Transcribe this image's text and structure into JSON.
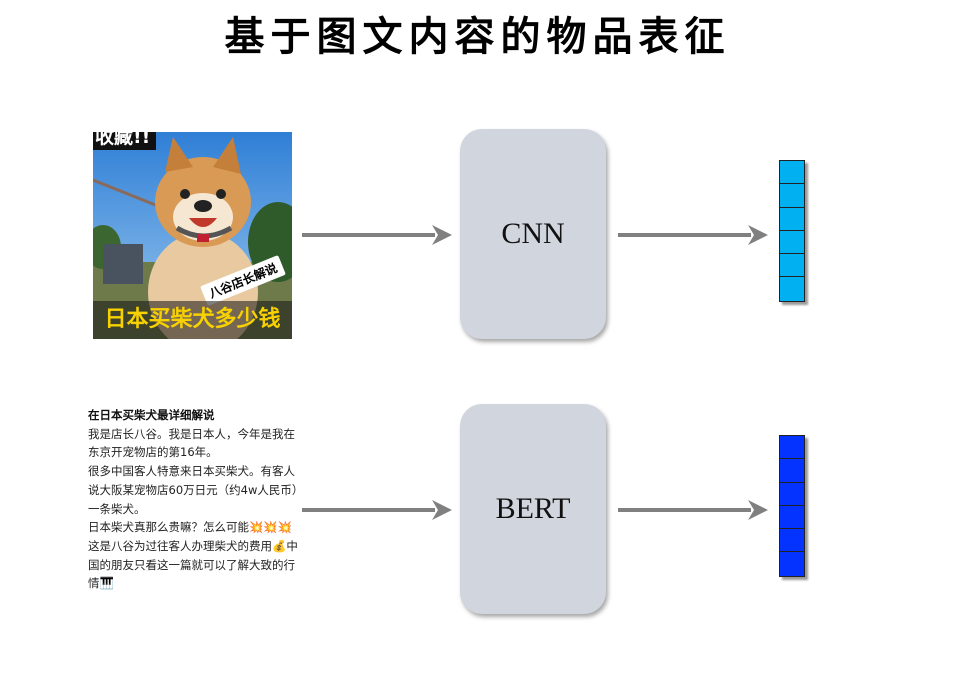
{
  "title": "基于图文内容的物品表征",
  "image_item": {
    "top_tag": "收藏!!",
    "sticker": "八谷店长解说",
    "caption": "日本买柴犬多少钱"
  },
  "text_item": {
    "title": "在日本买柴犬最详细解说",
    "lines": [
      "我是店长八谷。我是日本人，今年是我在东京开宠物店的第16年。",
      "很多中国客人特意来日本买柴犬。有客人说大阪某宠物店60万日元（约4w人民币）一条柴犬。",
      "日本柴犬真那么贵嘛？怎么可能💥💥💥",
      "这是八谷为过往客人办理柴犬的费用💰中国的朋友只看这一篇就可以了解大致的行情🎹"
    ]
  },
  "models": {
    "image_model": "CNN",
    "text_model": "BERT"
  },
  "vectors": {
    "image_vector": {
      "cells": 6,
      "color": "#00b0f0"
    },
    "text_vector": {
      "cells": 6,
      "color": "#0432ff"
    }
  },
  "colors": {
    "box_fill": "#d1d5de",
    "arrow": "#808080"
  }
}
